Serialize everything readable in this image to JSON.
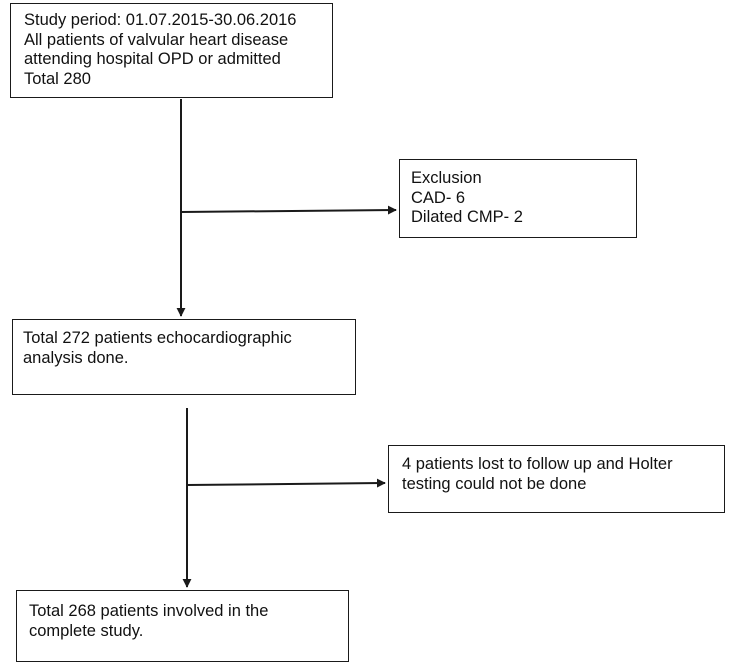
{
  "boxes": {
    "study": {
      "lines": [
        "Study period: 01.07.2015-30.06.2016",
        "All patients of valvular heart disease",
        "attending hospital OPD or admitted",
        "Total 280"
      ]
    },
    "exclusion": {
      "lines": [
        "Exclusion",
        "CAD- 6",
        "Dilated CMP- 2"
      ]
    },
    "echo": {
      "lines": [
        "Total 272 patients echocardiographic",
        "analysis done."
      ]
    },
    "lost": {
      "lines": [
        "4 patients lost to follow up and Holter",
        "testing could not be done"
      ]
    },
    "final": {
      "lines": [
        "Total 268 patients involved in the",
        "complete study."
      ]
    }
  },
  "colors": {
    "stroke": "#1a1a1a",
    "text": "#111111",
    "background": "#ffffff"
  }
}
